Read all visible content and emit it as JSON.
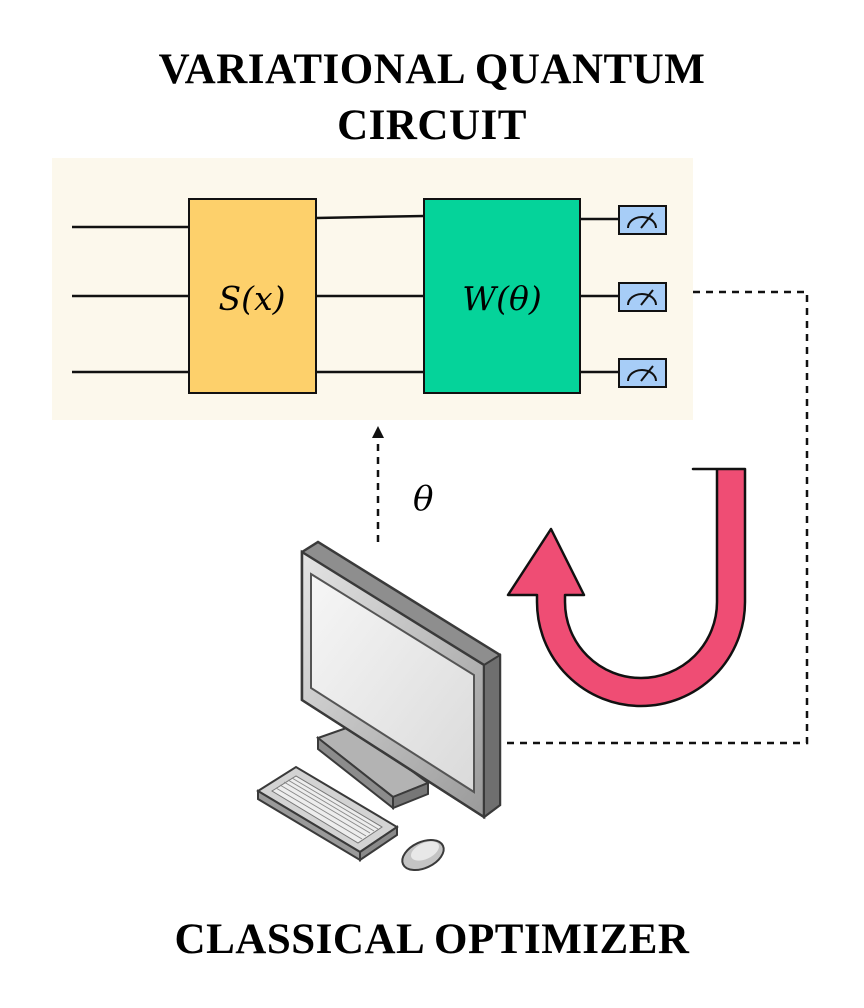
{
  "title_lines": [
    "VARIATIONAL QUANTUM",
    "CIRCUIT"
  ],
  "footer_title": "CLASSICAL OPTIMIZER",
  "circuit": {
    "wires": 3,
    "gates": [
      {
        "id": "encoding",
        "label": "S(x)",
        "color": "#fdd06b"
      },
      {
        "id": "variational",
        "label": "W(θ)",
        "color": "#05d39a"
      }
    ],
    "measurement_color": "#a7cdf7",
    "panel_color": "#fcf8ec"
  },
  "parameter_label": "θ",
  "loop_arrow_color": "#ef4d74"
}
